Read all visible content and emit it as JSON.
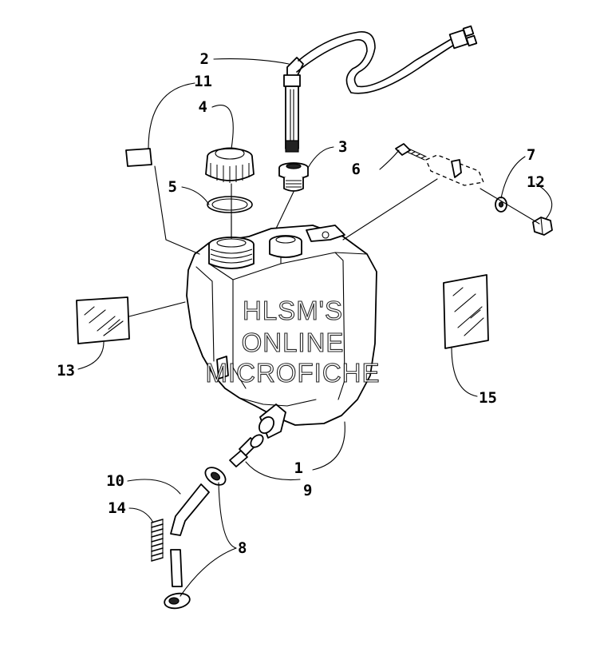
{
  "watermark": {
    "line1": "HLSM'S",
    "line2": "ONLINE",
    "line3": "MICROFICHE"
  },
  "callouts": {
    "c1": "1",
    "c2": "2",
    "c3": "3",
    "c4": "4",
    "c5": "5",
    "c6": "6",
    "c7": "7",
    "c8": "8",
    "c9": "9",
    "c10": "10",
    "c11": "11",
    "c12": "12",
    "c13": "13",
    "c14": "14",
    "c15": "15"
  }
}
